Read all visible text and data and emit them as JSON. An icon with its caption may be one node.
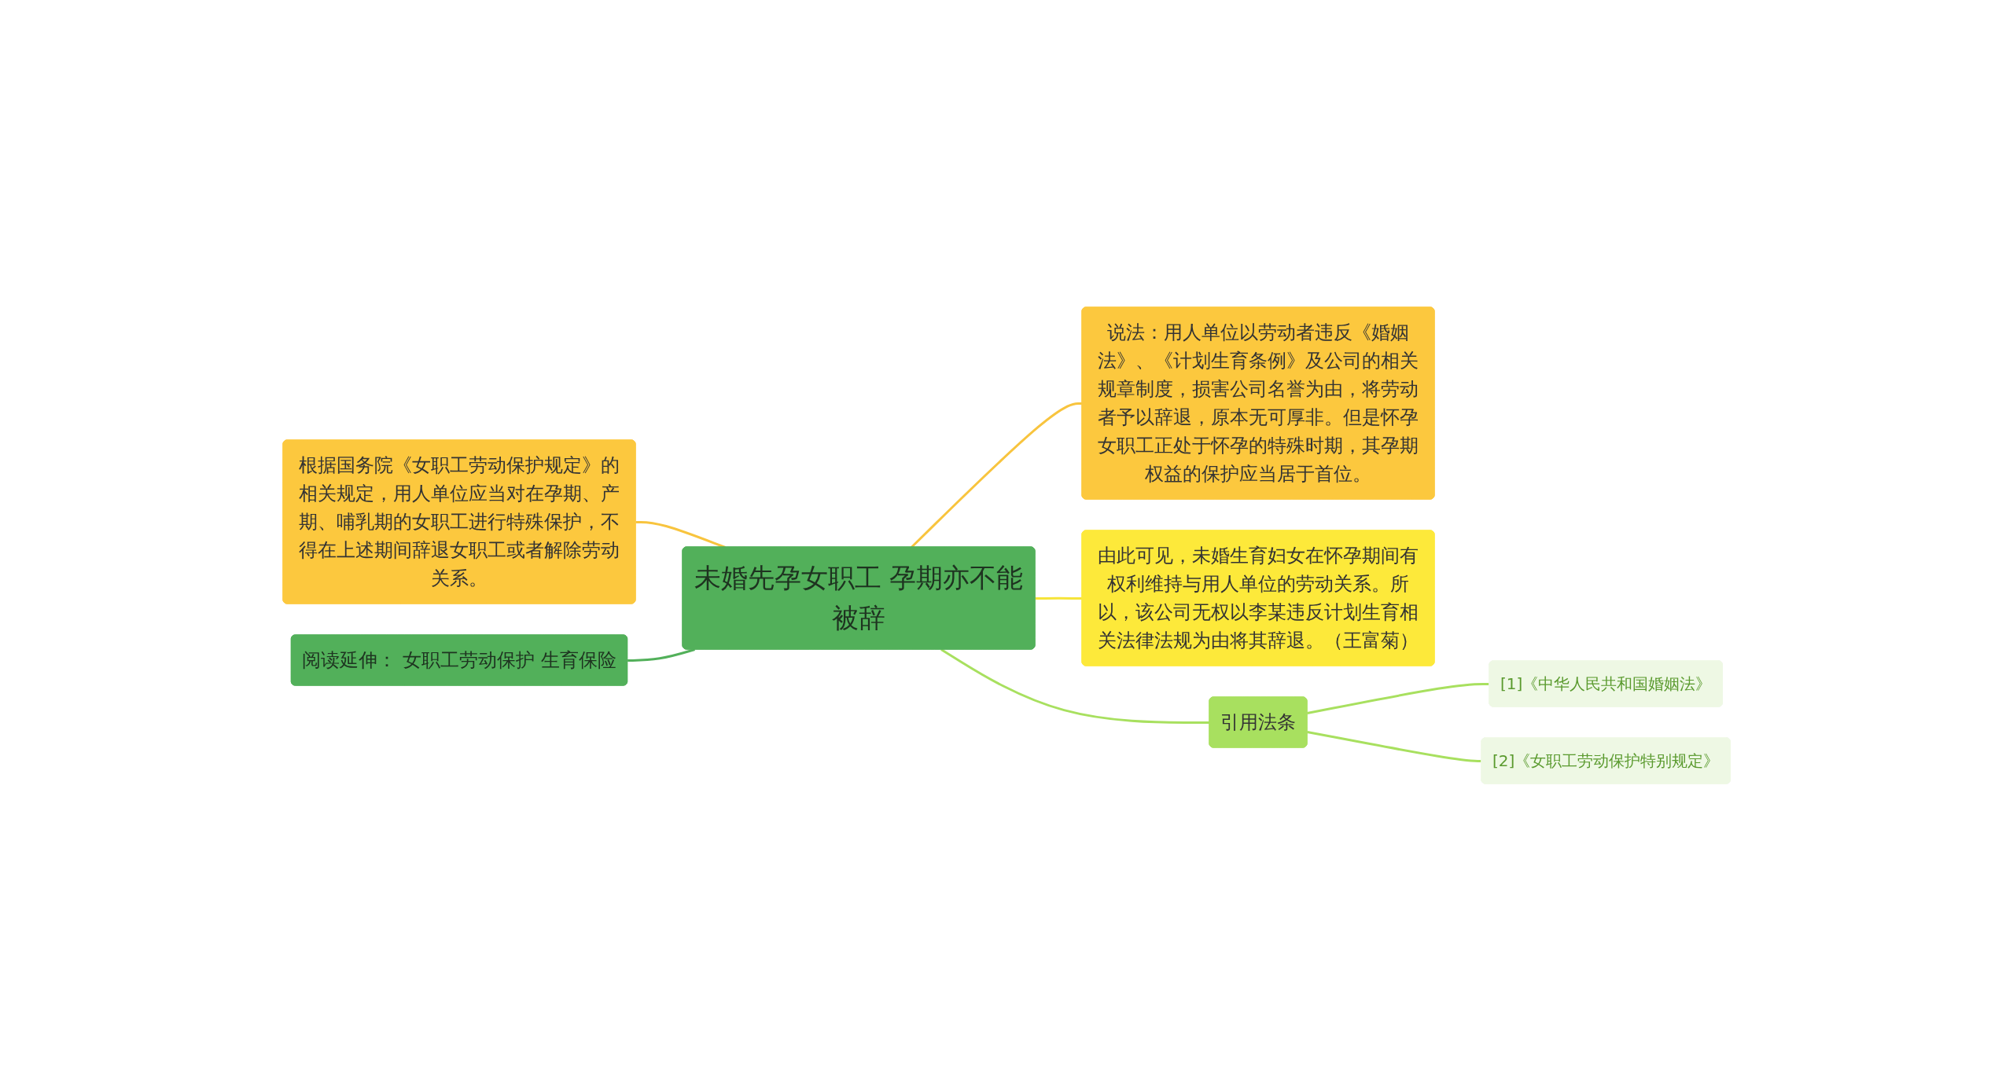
{
  "diagram": {
    "nodes": [
      {
        "text": [
          "未婚先孕女职工 孕期亦不能被辞"
        ]
      },
      {
        "text": [
          "根据国务院《女职工劳动保护规定》的相关规定，用人单位应当对在孕期、产期、哺乳期的女职工进行特殊保护，不得在上述期间辞退女职工或者解除劳动关系。"
        ]
      },
      {
        "text": [
          "阅读延伸： 女职工劳动保护 生育保险"
        ]
      },
      {
        "text": [
          "说法：用人单位以劳动者违反《婚姻法》、《计划生育条例》及公司的相关规章制度，损害公司名誉为由，将劳动者予以辞退，原本无可厚非。但是怀孕女职工正处于怀孕的特殊时期，其孕期权益的保护应当居于首位。"
        ]
      },
      {
        "text": [
          "由此可见，未婚生育妇女在怀孕期间有权利维持与用人单位的劳动关系。所以，该公司无权以李某违反计划生育相关法律法规为由将其辞退。（王富菊）"
        ]
      },
      {
        "text": [
          "引用法条"
        ]
      },
      {
        "text": [
          "[1]《中华人民共和国婚姻法》"
        ]
      },
      {
        "text": [
          "[2]《女职工劳动保护特别规定》"
        ]
      }
    ],
    "edges": [
      {
        "from": 0,
        "to": 1,
        "arrow": "none",
        "color": "#f8c43e"
      },
      {
        "from": 0,
        "to": 2,
        "arrow": "none",
        "color": "#52b05a"
      },
      {
        "from": 0,
        "to": 3,
        "arrow": "none",
        "color": "#f8c43e"
      },
      {
        "from": 0,
        "to": 4,
        "arrow": "none",
        "color": "#f6e43a"
      },
      {
        "from": 0,
        "to": 5,
        "arrow": "none",
        "color": "#a8e05f"
      },
      {
        "from": 5,
        "to": 6,
        "arrow": "none",
        "color": "#a8e05f"
      },
      {
        "from": 5,
        "to": 7,
        "arrow": "none",
        "color": "#a8e05f"
      }
    ]
  }
}
